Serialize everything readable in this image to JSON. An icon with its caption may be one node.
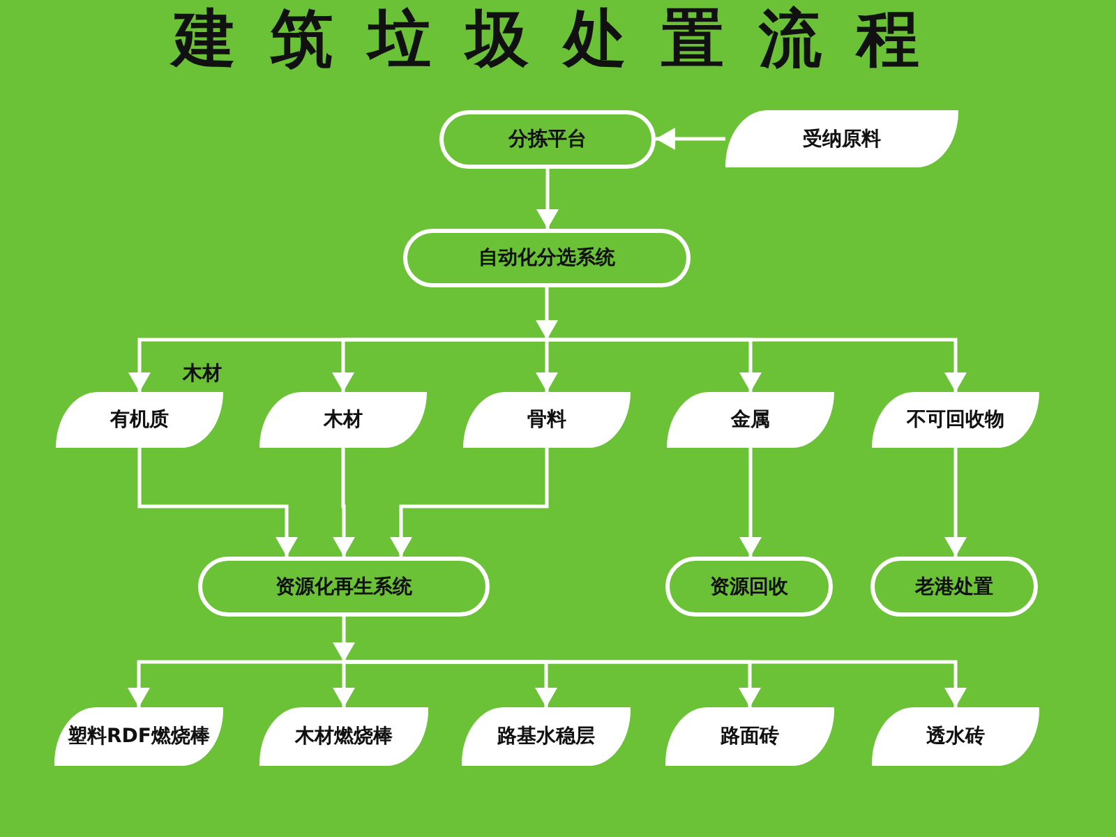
{
  "diagram": {
    "title": "建筑垃圾处置流程",
    "nodes": [
      {
        "text": [
          "分拣平台"
        ]
      },
      {
        "text": [
          "受纳原料"
        ]
      },
      {
        "text": [
          "自动化分选系统"
        ]
      },
      {
        "text": [
          "有机质"
        ]
      },
      {
        "text": [
          "木材"
        ]
      },
      {
        "text": [
          "骨料"
        ]
      },
      {
        "text": [
          "金属"
        ]
      },
      {
        "text": [
          "不可回收物"
        ]
      },
      {
        "text": [
          "资源化再生系统"
        ]
      },
      {
        "text": [
          "资源回收"
        ]
      },
      {
        "text": [
          "老港处置"
        ]
      },
      {
        "text": [
          "塑料RDF燃烧棒"
        ]
      },
      {
        "text": [
          "木材燃烧棒"
        ]
      },
      {
        "text": [
          "路基水稳层"
        ]
      },
      {
        "text": [
          "路面砖"
        ]
      },
      {
        "text": [
          "透水砖"
        ]
      }
    ],
    "edges": [
      {
        "from": 1,
        "to": 0,
        "arrow": "to"
      },
      {
        "from": 0,
        "to": 2,
        "arrow": "to"
      },
      {
        "from": 2,
        "to": 3,
        "arrow": "to"
      },
      {
        "from": 2,
        "to": 4,
        "arrow": "to"
      },
      {
        "from": 2,
        "to": 5,
        "arrow": "to"
      },
      {
        "from": 2,
        "to": 6,
        "arrow": "to"
      },
      {
        "from": 2,
        "to": 7,
        "arrow": "to"
      },
      {
        "from": 3,
        "to": 8,
        "arrow": "to"
      },
      {
        "from": 4,
        "to": 8,
        "arrow": "to"
      },
      {
        "from": 5,
        "to": 8,
        "arrow": "to"
      },
      {
        "from": 6,
        "to": 9,
        "arrow": "to"
      },
      {
        "from": 7,
        "to": 10,
        "arrow": "to"
      },
      {
        "from": 8,
        "to": 11,
        "arrow": "to"
      },
      {
        "from": 8,
        "to": 12,
        "arrow": "to"
      },
      {
        "from": 8,
        "to": 13,
        "arrow": "to"
      },
      {
        "from": 8,
        "to": 14,
        "arrow": "to"
      },
      {
        "from": 8,
        "to": 15,
        "arrow": "to"
      }
    ],
    "labels": [
      "木材"
    ]
  }
}
